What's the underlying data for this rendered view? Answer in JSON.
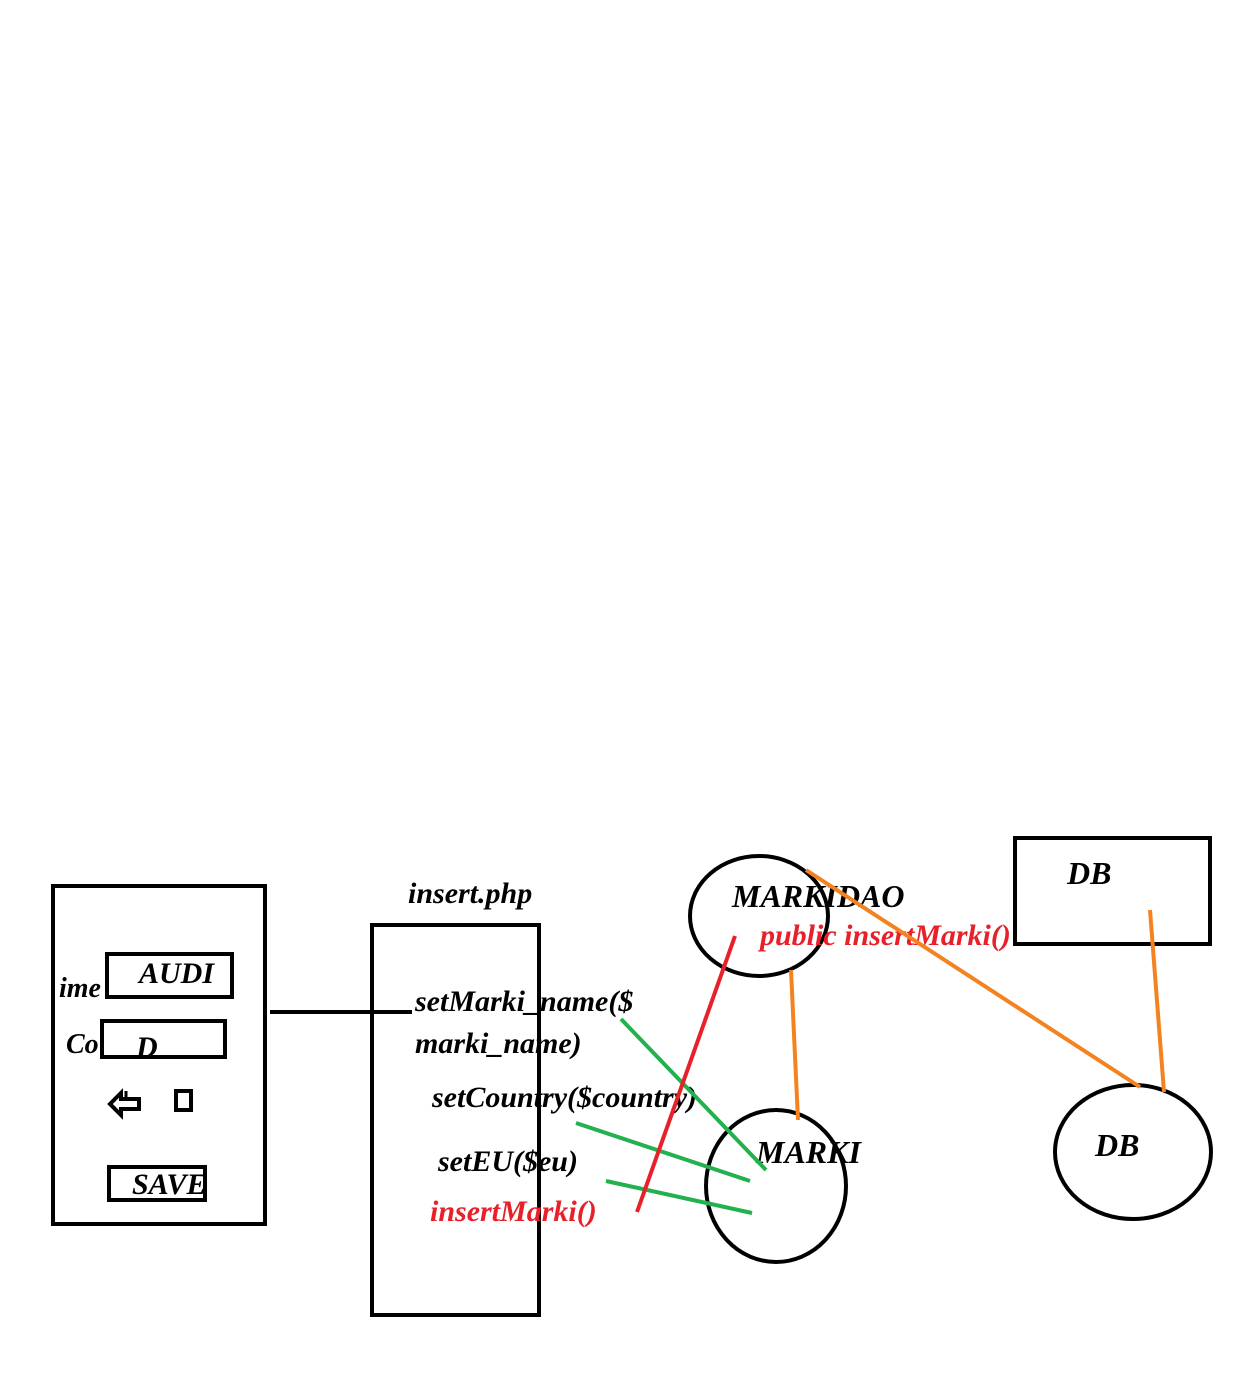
{
  "colors": {
    "ink": "#000000",
    "green": "#22b14c",
    "red": "#e8202a",
    "orange": "#f58220"
  },
  "form": {
    "label_name": "ime",
    "input_name_value": "AUDI",
    "label_country": "Co",
    "input_country_value": "D",
    "radio_icon": "radio-icon",
    "checkbox_icon": "checkbox-icon",
    "save_label": "SAVE"
  },
  "insert_php": {
    "title": "insert.php",
    "call_marki_name_line1": "setMarki_name($",
    "call_marki_name_line2": "marki_name)",
    "call_country": "setCountry($country)",
    "call_eu": "setEU($eu)",
    "call_insert": "insertMarki()"
  },
  "markidao": {
    "label": "MARKIDAO",
    "method": "public insertMarki()"
  },
  "marki": {
    "label": "MARKI"
  },
  "db_box": {
    "label": "DB"
  },
  "db_circle": {
    "label": "DB"
  }
}
